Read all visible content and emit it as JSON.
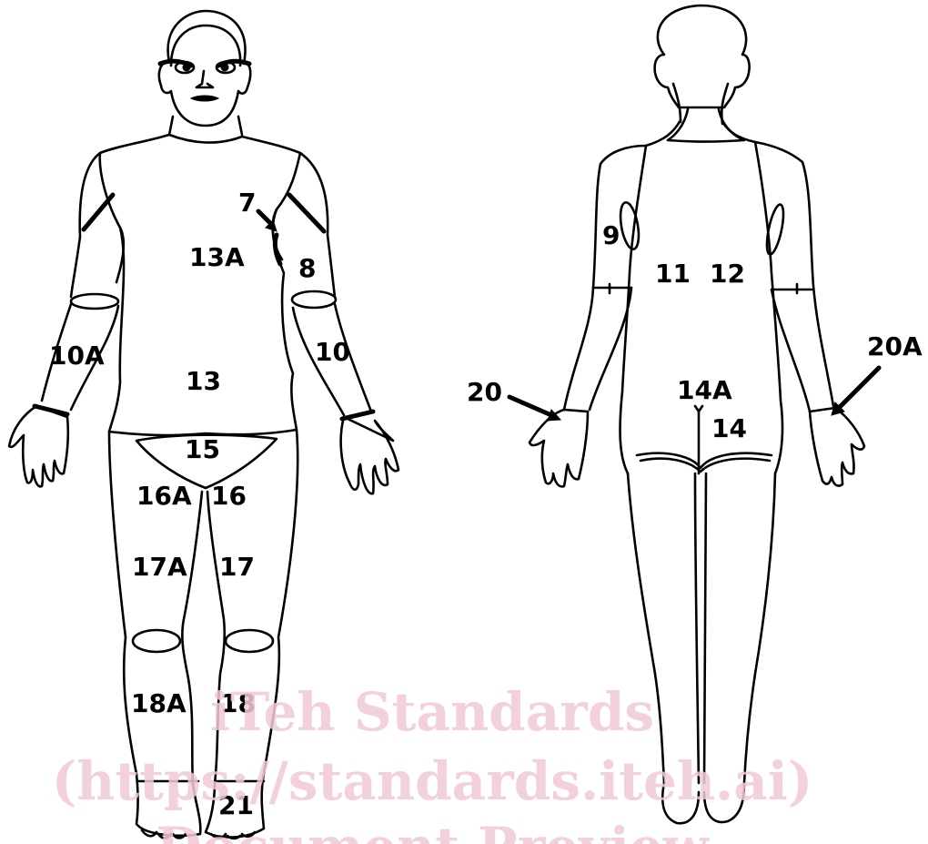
{
  "diagram": {
    "front_labels": {
      "l7": "7",
      "l8": "8",
      "l13a": "13A",
      "l13": "13",
      "l10a": "10A",
      "l10": "10",
      "l15": "15",
      "l16a": "16A",
      "l16": "16",
      "l17a": "17A",
      "l17": "17",
      "l18a": "18A",
      "l18": "18",
      "l21": "21"
    },
    "back_labels": {
      "l9": "9",
      "l11": "11",
      "l12": "12",
      "l20": "20",
      "l20a": "20A",
      "l14a": "14A",
      "l14": "14"
    }
  },
  "watermark": {
    "line1": "iTeh Standards",
    "line2": "(https://standards.iteh.ai)",
    "line3": "Document Preview"
  },
  "colors": {
    "line": "#000000",
    "watermark": "#f2c9d6",
    "background": "#ffffff"
  }
}
